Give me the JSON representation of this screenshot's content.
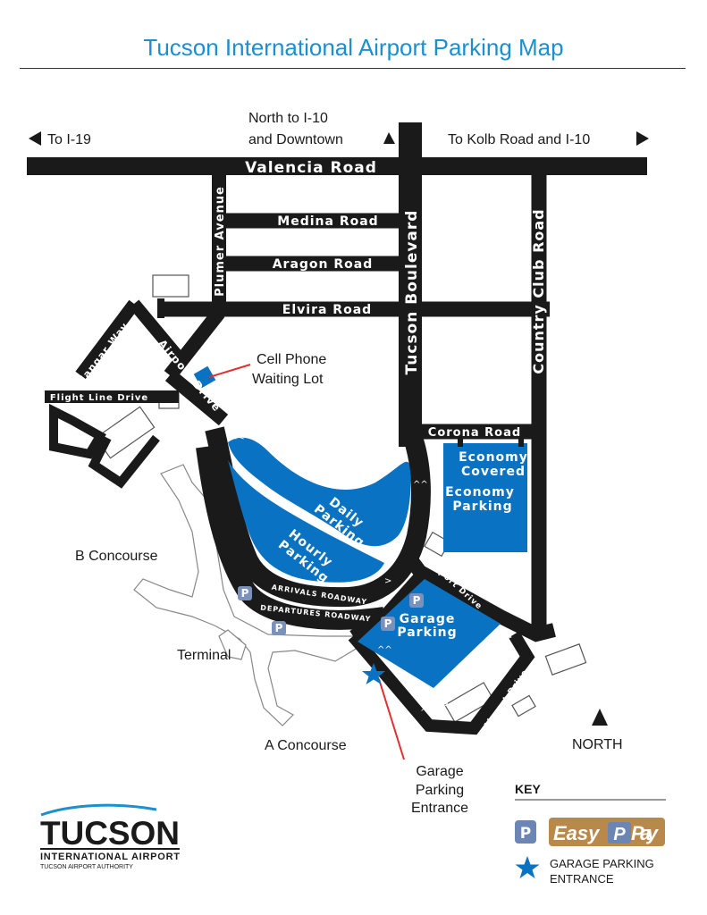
{
  "title": "Tucson International Airport Parking Map",
  "directions": {
    "west": "To I-19",
    "north_line1": "North to I-10",
    "north_line2": "and Downtown",
    "east": "To Kolb Road and I-10"
  },
  "roads": {
    "valencia": "Valencia Road",
    "medina": "Medina Road",
    "aragon": "Aragon Road",
    "elvira": "Elvira Road",
    "plumer": "Plumer Avenue",
    "tucson_blvd": "Tucson Boulevard",
    "country_club": "Country Club Road",
    "corona": "Corona Road",
    "hangar_way": "Hangar Way",
    "airport_drive": "Airport Drive",
    "flight_line": "Flight Line Drive",
    "los_reales": "Los Reales Road",
    "arrivals": "ARRIVALS ROADWAY",
    "departures": "DEPARTURES ROADWAY"
  },
  "lots": {
    "cell_line1": "Cell Phone",
    "cell_line2": "Waiting Lot",
    "daily_line1": "Daily",
    "daily_line2": "Parking",
    "hourly_line1": "Hourly",
    "hourly_line2": "Parking",
    "econ_cov_line1": "Economy",
    "econ_cov_line2": "Covered",
    "econ_line1": "Economy",
    "econ_line2": "Parking",
    "garage_line1": "Garage",
    "garage_line2": "Parking"
  },
  "places": {
    "b_concourse": "B Concourse",
    "terminal": "Terminal",
    "a_concourse": "A Concourse",
    "north": "NORTH",
    "garage_entrance_1": "Garage",
    "garage_entrance_2": "Parking",
    "garage_entrance_3": "Entrance",
    "parking_symbol": "P"
  },
  "key": {
    "heading": "KEY",
    "easy": "Easy",
    "pay": "Pay",
    "star_line1": "GARAGE PARKING",
    "star_line2": "ENTRANCE"
  },
  "logo": {
    "name": "TUCSON",
    "line1": "INTERNATIONAL AIRPORT",
    "line2": "TUCSON AIRPORT AUTHORITY"
  },
  "colors": {
    "accent_blue": "#1b8fd0",
    "lot_blue": "#0a72c2",
    "road": "#1a1a1a",
    "easypay": "#b8894a",
    "key_p": "#6b86b5"
  }
}
